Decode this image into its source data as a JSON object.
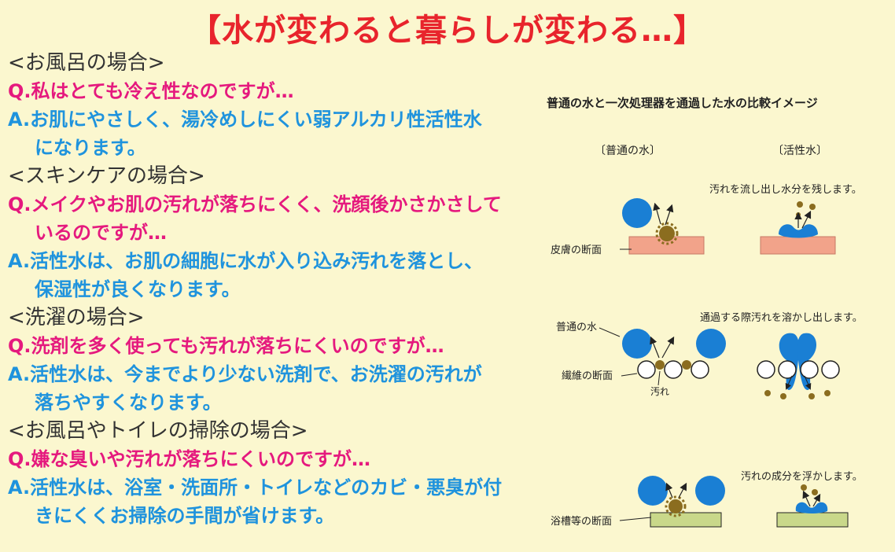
{
  "title": "【水が変わると暮らしが変わる…】",
  "sections": [
    {
      "heading": "<お風呂の場合>",
      "question": "Q.私はとても冷え性なのですが…",
      "answer": [
        "A.お肌にやさしく、湯冷めしにくい弱アルカリ性活性水",
        "になります。"
      ]
    },
    {
      "heading": "<スキンケアの場合>",
      "question": [
        "Q.メイクやお肌の汚れが落ちにくく、洗顔後かさかさして",
        "いるのですが…"
      ],
      "answer": [
        "A.活性水は、お肌の細胞に水が入り込み汚れを落とし、",
        "保湿性が良くなります。"
      ]
    },
    {
      "heading": "<洗濯の場合>",
      "question": "Q.洗剤を多く使っても汚れが落ちにくいのですが…",
      "answer": [
        "A.活性水は、今までより少ない洗剤で、お洗濯の汚れが",
        "落ちやすくなります。"
      ]
    },
    {
      "heading": "<お風呂やトイレの掃除の場合>",
      "question": "Q.嫌な臭いや汚れが落ちにくいのですが…",
      "answer": [
        "A.活性水は、浴室・洗面所・トイレなどのカビ・悪臭が付",
        "きにくくお掃除の手間が省けます。"
      ]
    }
  ],
  "diagram": {
    "title": "普通の水と一次処理器を通過した水の比較イメージ",
    "col_normal": "〔普通の水〕",
    "col_active": "〔活性水〕",
    "skin_note": "汚れを流し出し水分を残します。",
    "skin_label": "皮膚の断面",
    "fiber_note": "通過する際汚れを溶かし出します。",
    "fiber_water_label": "普通の水",
    "fiber_label": "繊維の断面",
    "fiber_dirt_label": "汚れ",
    "bath_note": "汚れの成分を浮かします。",
    "bath_label": "浴槽等の断面"
  },
  "colors": {
    "title": "#e8242c",
    "question": "#e5197e",
    "answer": "#1f93dd",
    "water": "#1a7fd4",
    "dirt": "#8b6d1f",
    "skin": "#f2a38a",
    "bath": "#c9d88a",
    "background": "#fbf7cf"
  }
}
